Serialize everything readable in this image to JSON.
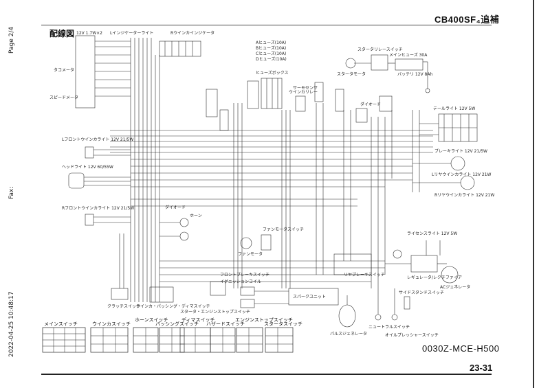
{
  "header": {
    "title": "CB400SF₄追補",
    "section": "配線図"
  },
  "fax": {
    "page": "Page 2/4",
    "label": "Fax:",
    "timestamp": "2022-04-25 10:48:17"
  },
  "footer": {
    "doc_code": "0030Z-MCE-H500",
    "page_number": "23-31"
  },
  "components": {
    "meter": "12V 1.7W×2",
    "indicator_lights": "Lインジケーターライト",
    "right_indicator": "Rウインカインジケータ",
    "tachometer": "タコメータ",
    "speedometer": "スピードメータ",
    "front_left_winker": "Lフロントウインカライト 12V 21/5W",
    "headlight": "ヘッドライト 12V 60/55W",
    "front_right_winker": "Rフロントウインカライト 12V 21/5W",
    "horn": "ホーン",
    "diode": "ダイオード",
    "fan_motor": "ファンモータ",
    "fan_switch": "ファンモータスイッチ",
    "starter_motor": "スタータモータ",
    "starter_relay": "スタータリレースイッチ",
    "main_fuse": "メインヒューズ 30A",
    "battery": "バッテリ 12V 8Ah",
    "tail_light": "テールライト 12V 5W",
    "brake_light": "ブレーキライト 12V 21/5W",
    "rear_left_winker": "Lリヤウインカライト 12V 21W",
    "rear_right_winker": "Rリヤウインカライト 12V 21W",
    "license_light": "ライセンスライト 12V 5W",
    "ignition_coil": "イグニッションコイル",
    "spark_unit": "スパークユニット",
    "pulse_generator": "パルスジェネレータ",
    "neutral_switch": "ニュートラルスイッチ",
    "oil_pressure_switch": "オイルプレッシャースイッチ",
    "regulator": "レギュレータ/レクチファイア",
    "ac_generator": "ACジェネレータ",
    "fuse_box": "ヒューズボックス",
    "winker_relay": "ウインカリレー",
    "clutch_switch": "クラッチスイッチ",
    "front_brake_switch": "フロントブレーキスイッチ",
    "rear_brake_switch": "リヤブレーキスイッチ",
    "winker_passing_switch": "ウインカ・パッシング・ディマスイッチ",
    "starter_engine_stop_switch": "スタータ・エンジンストップスイッチ",
    "water_temp": "サーモセンサ",
    "diode2": "ダイオード",
    "side_stand": "サイドスタンドスイッチ"
  },
  "fuses": [
    "Aヒューズ(10A)",
    "Bヒューズ(10A)",
    "Cヒューズ(10A)",
    "Dヒューズ(10A)"
  ],
  "switch_tables": [
    {
      "title": "メインスイッチ"
    },
    {
      "title": "ウインカスイッチ"
    },
    {
      "title": "ホーンスイッチ"
    },
    {
      "title": "パッシングスイッチ"
    },
    {
      "title": "ディマスイッチ"
    },
    {
      "title": "ハザードスイッチ"
    },
    {
      "title": "エンジンストップスイッチ"
    },
    {
      "title": "スタータスイッチ"
    }
  ]
}
